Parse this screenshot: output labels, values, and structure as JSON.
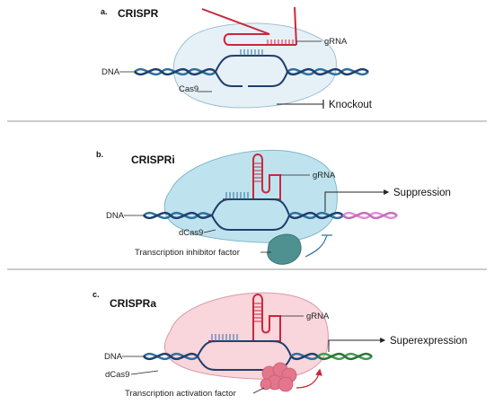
{
  "colors": {
    "dna_blue": "#2d6f9e",
    "dna_dark": "#1f3f6a",
    "rna_red": "#c9283a",
    "cas9_fill": "#e6f0f7",
    "dcas9_fill": "#bfe3ee",
    "dcas9a_fill": "#f9d5dc",
    "inhibitor": "#4e9190",
    "activator": "#e4768c",
    "suppressed_dna": "#dd8fd2",
    "expressed_dna": "#3f9b4c",
    "divider": "#9a9a9a"
  },
  "panels": [
    {
      "letter": "a.",
      "title": "CRISPR",
      "labels": {
        "grna": "gRNA",
        "dna": "DNA",
        "protein": "Cas9",
        "outcome": "Knockout"
      }
    },
    {
      "letter": "b.",
      "title": "CRISPRi",
      "labels": {
        "grna": "gRNA",
        "dna": "DNA",
        "protein": "dCas9",
        "factor": "Transcription inhibitor factor",
        "outcome": "Suppression"
      }
    },
    {
      "letter": "c.",
      "title": "CRISPRa",
      "labels": {
        "grna": "gRNA",
        "dna": "DNA",
        "protein": "dCas9",
        "factor": "Transcription activation factor",
        "outcome": "Superexpression"
      }
    }
  ]
}
